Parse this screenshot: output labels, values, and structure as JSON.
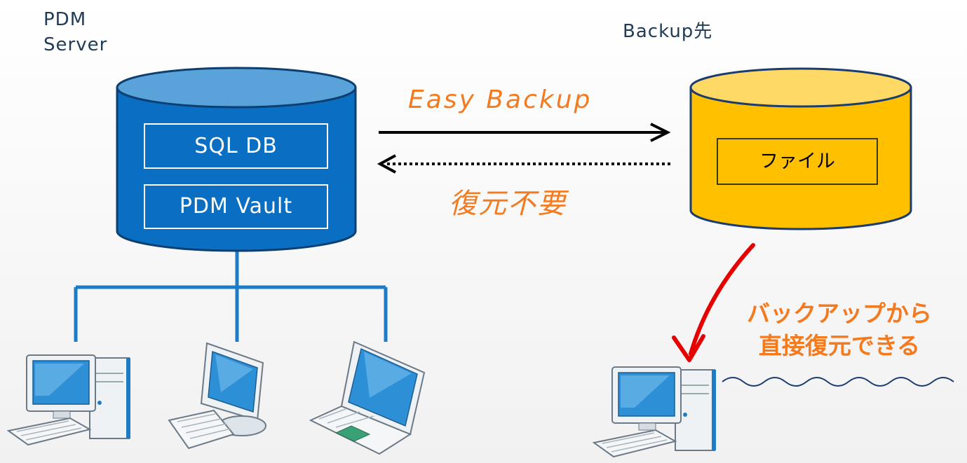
{
  "server": {
    "label_line1": "PDM",
    "label_line2": "Server"
  },
  "backup_destination": {
    "label": "Backup先"
  },
  "database": {
    "item1": "SQL DB",
    "item2": "PDM Vault"
  },
  "backup_store": {
    "item": "ファイル"
  },
  "arrows": {
    "backup_label": "Easy  Backup",
    "restore_label": "復元不要"
  },
  "callout": {
    "line1": "バックアップから",
    "line2": "直接復元できる"
  },
  "colors": {
    "db_cylinder": "#0a6fc2",
    "db_cylinder_top": "#5aa3da",
    "backup_cylinder": "#ffc000",
    "backup_cylinder_top": "#ffd966",
    "network_line": "#1e7bc8",
    "accent_text": "#f47a20",
    "red_arrow": "#e60000"
  }
}
